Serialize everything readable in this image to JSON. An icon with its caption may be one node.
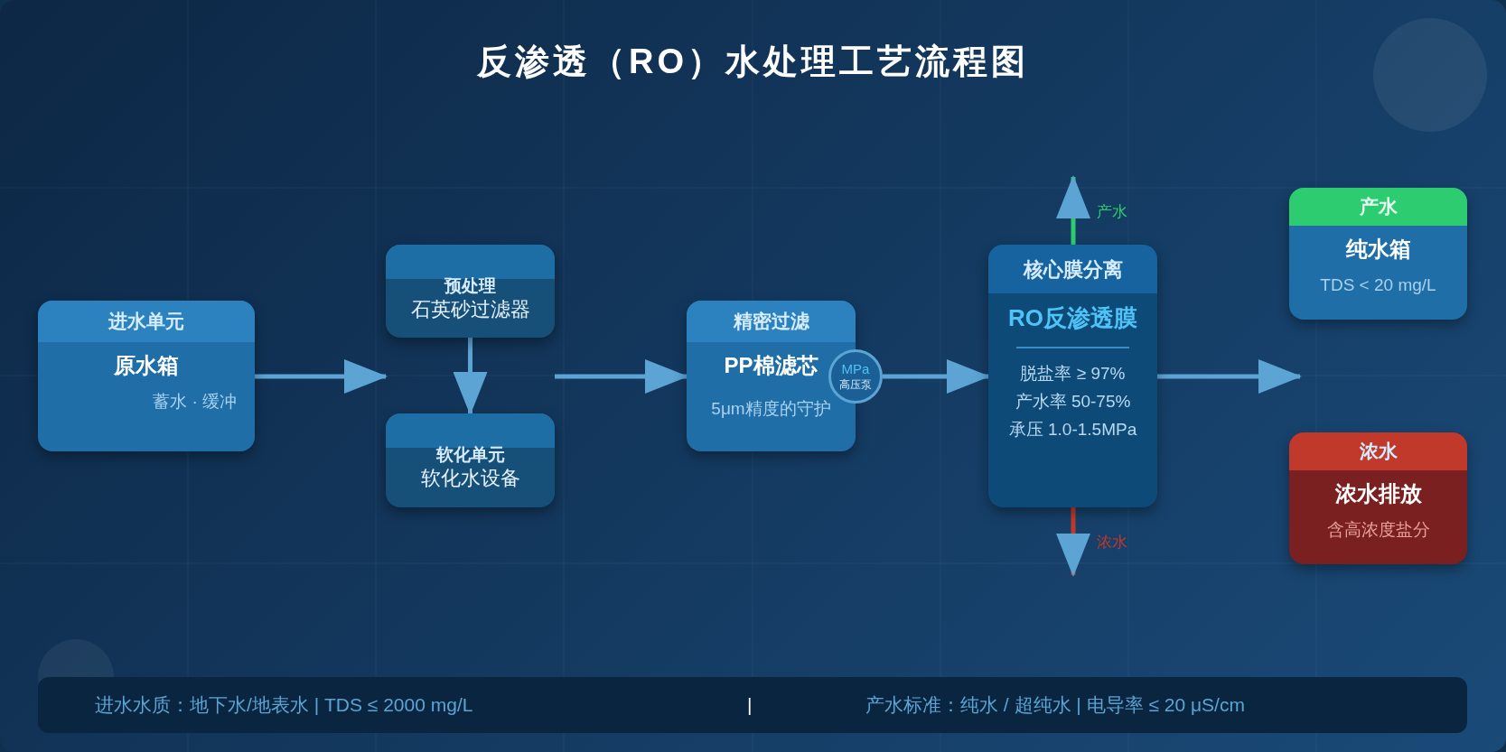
{
  "diagram": {
    "title": "反渗透（RO）水处理工艺流程图",
    "nodes": [
      {
        "text": [
          "进水单元",
          "原水箱",
          "蓄水 · 缓冲"
        ]
      },
      {
        "text": [
          "预处理",
          "石英砂过滤器"
        ]
      },
      {
        "text": [
          "软化单元",
          "软化水设备"
        ]
      },
      {
        "text": [
          "精密过滤",
          "PP棉滤芯",
          "5μm精度的守护"
        ]
      },
      {
        "text": [
          "MPa",
          "高压泵"
        ]
      },
      {
        "text": [
          "核心膜分离",
          "RO反渗透膜",
          "脱盐率 ≥ 97%",
          "产水率 50-75%",
          "承压 1.0-1.5MPa"
        ]
      },
      {
        "text": [
          "产水",
          "纯水箱",
          "TDS < 20 mg/L"
        ]
      },
      {
        "text": [
          "浓水",
          "浓水排放",
          "含高浓度盐分"
        ]
      }
    ],
    "edges": [
      {
        "from": 0,
        "to": 1,
        "arrow": "to"
      },
      {
        "from": 1,
        "to": 2,
        "arrow": "to"
      },
      {
        "from": 1,
        "to": 3,
        "arrow": "to"
      },
      {
        "from": 4,
        "to": 5,
        "arrow": "to"
      },
      {
        "from": 5,
        "to": null,
        "arrow": "to"
      },
      {
        "from": 5,
        "to": null,
        "arrow": "to",
        "label": "产水",
        "color": "#2ecc71"
      },
      {
        "from": 5,
        "to": null,
        "arrow": "to",
        "label": "浓水",
        "color": "#c0392b"
      }
    ],
    "labels": [
      "进水水质：地下水/地表水 | TDS ≤ 2000 mg/L",
      "|",
      "产水标准：纯水 / 超纯水 | 电导率 ≤ 20 μS/cm"
    ]
  }
}
